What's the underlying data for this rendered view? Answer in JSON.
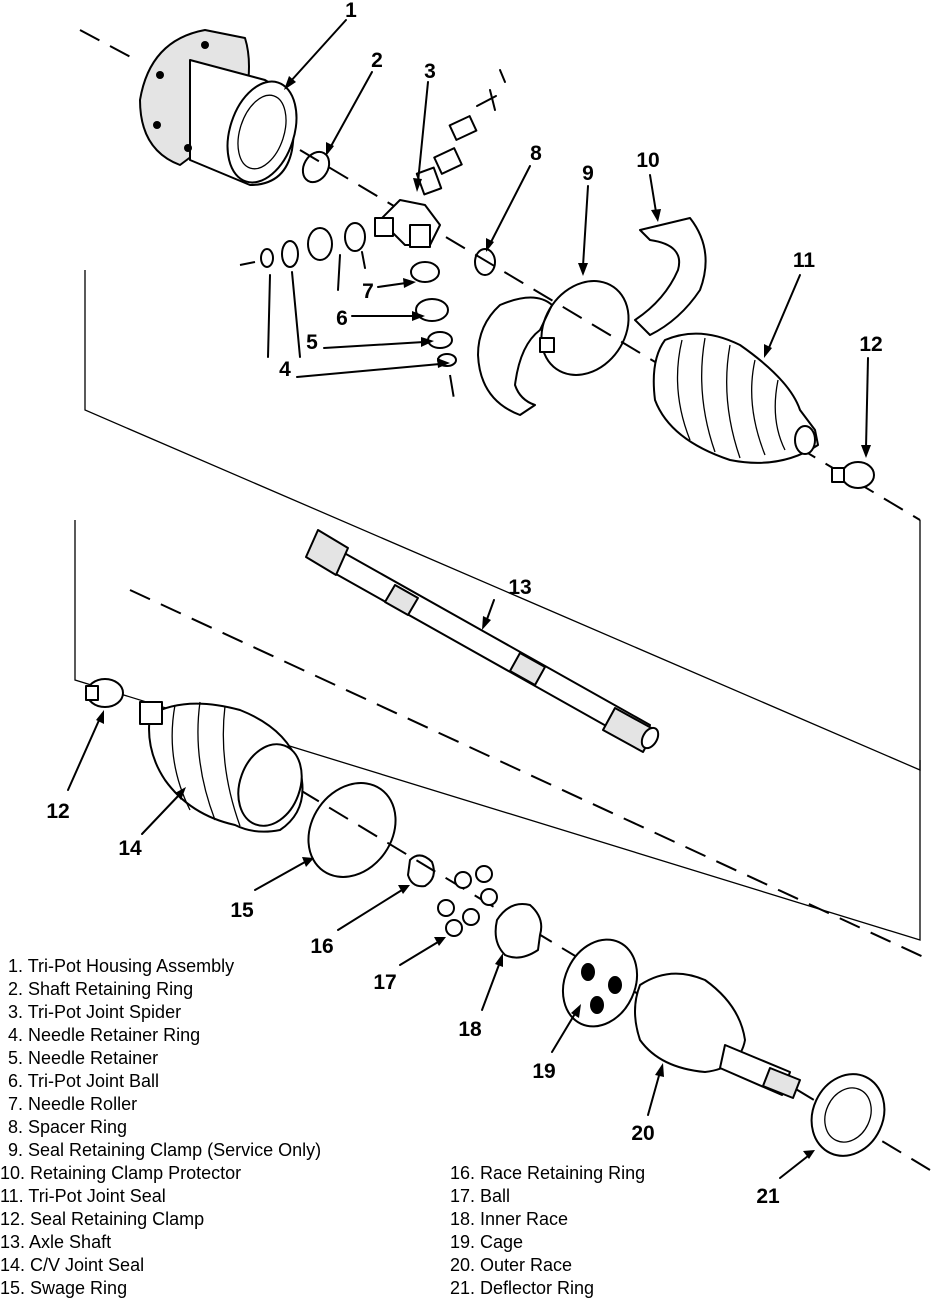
{
  "callouts": {
    "c1": "1",
    "c2": "2",
    "c3": "3",
    "c4": "4",
    "c5": "5",
    "c6": "6",
    "c7": "7",
    "c8": "8",
    "c9": "9",
    "c10": "10",
    "c11": "11",
    "c12a": "12",
    "c12b": "12",
    "c13": "13",
    "c14": "14",
    "c15": "15",
    "c16": "16",
    "c17": "17",
    "c18": "18",
    "c19": "19",
    "c20": "20",
    "c21": "21"
  },
  "legend": [
    "1.  Tri-Pot Housing Assembly",
    "2.  Shaft Retaining Ring",
    "3.  Tri-Pot Joint Spider",
    "4.  Needle Retainer Ring",
    "5.  Needle Retainer",
    "6.  Tri-Pot Joint Ball",
    "7.  Needle Roller",
    "8.  Spacer Ring",
    "9.  Seal Retaining Clamp (Service Only)",
    "10.  Retaining Clamp Protector",
    "11.  Tri-Pot Joint Seal",
    "12.  Seal Retaining Clamp",
    "13.  Axle Shaft",
    "14.  C/V Joint Seal",
    "15.  Swage Ring",
    "16.  Race Retaining Ring",
    "17.  Ball",
    "18.  Inner Race",
    "19.  Cage",
    "20.  Outer Race",
    "21.  Deflector Ring"
  ]
}
